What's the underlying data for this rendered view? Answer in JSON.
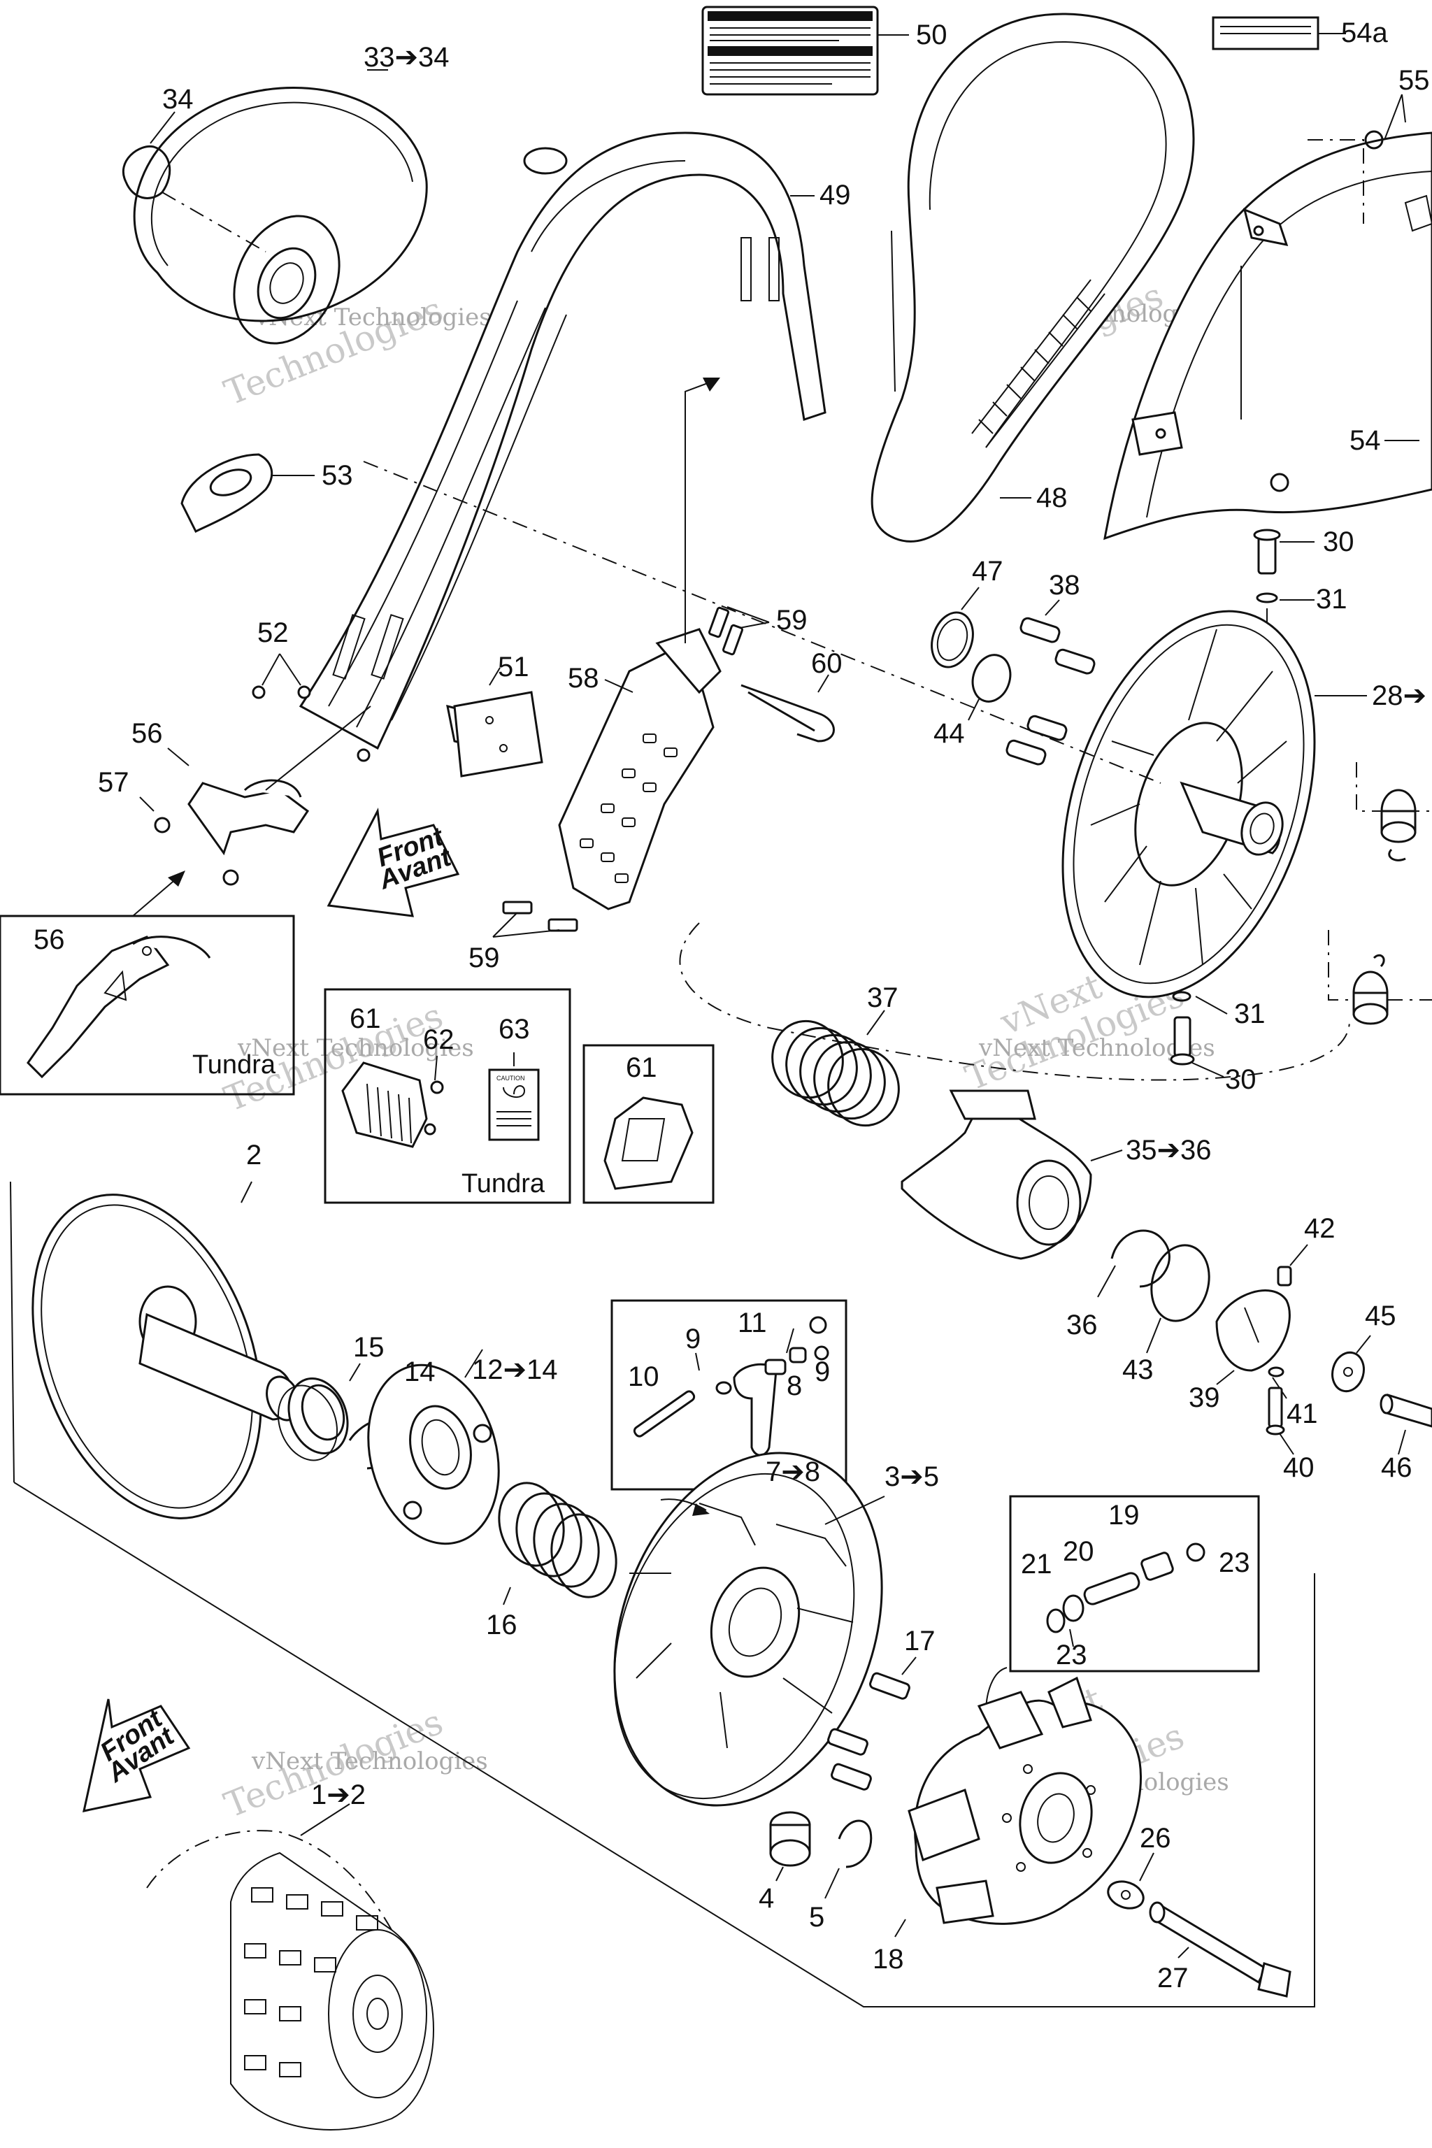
{
  "watermark": {
    "brand": "vNext",
    "line1": "vNext Technologies",
    "line2": "Technologies"
  },
  "front_arrow": {
    "line1": "Front",
    "line2": "Avant"
  },
  "boxes": {
    "tundra_label": "Tundra"
  },
  "callouts": {
    "c33_34": "33➔34",
    "c34": "34",
    "c50": "50",
    "c54a": "54a",
    "c55": "55",
    "c49": "49",
    "c53": "53",
    "c48": "48",
    "c54": "54",
    "c30a": "30",
    "c31a": "31",
    "c47": "47",
    "c38": "38",
    "c59a": "59",
    "c52": "52",
    "c51": "51",
    "c58": "58",
    "c60": "60",
    "c44": "44",
    "c28": "28➔",
    "c56a": "56",
    "c57": "57",
    "c56b": "56",
    "c59b": "59",
    "c37": "37",
    "c31b": "31",
    "c30b": "30",
    "c61a": "61",
    "c62": "62",
    "c63": "63",
    "c61b": "61",
    "c35_36": "35➔36",
    "c2": "2",
    "c42": "42",
    "c15": "15",
    "c14": "14",
    "c12_14": "12➔14",
    "c11": "11",
    "c9a": "9",
    "c9b": "9",
    "c10": "10",
    "c8": "8",
    "c7_8": "7➔8",
    "c36": "36",
    "c43": "43",
    "c39": "39",
    "c45": "45",
    "c41": "41",
    "c40": "40",
    "c46": "46",
    "c3_5": "3➔5",
    "c16": "16",
    "c19": "19",
    "c20": "20",
    "c21": "21",
    "c23a": "23",
    "c23b": "23",
    "c17": "17",
    "c1_2": "1➔2",
    "c26": "26",
    "c4": "4",
    "c5": "5",
    "c18": "18",
    "c27": "27"
  }
}
